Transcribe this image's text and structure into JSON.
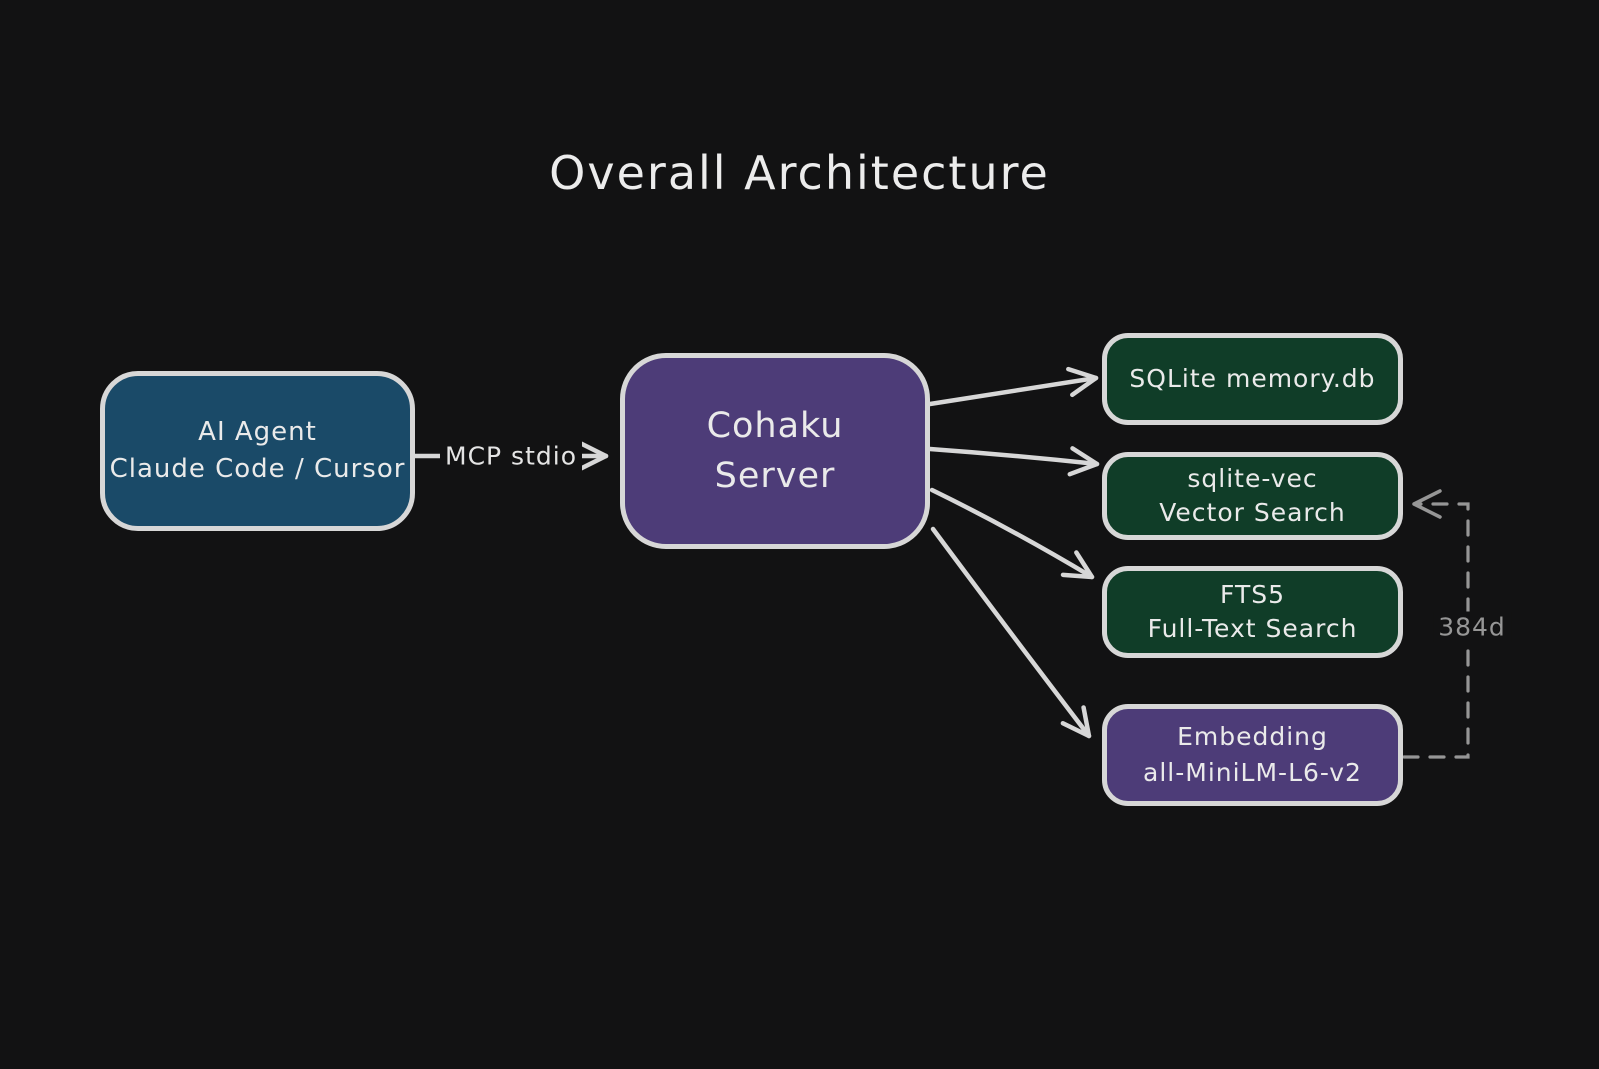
{
  "title": "Overall Architecture",
  "nodes": {
    "agent": {
      "line1": "AI Agent",
      "line2": "Claude Code / Cursor",
      "color": "#1a4a68"
    },
    "server": {
      "line1": "Cohaku",
      "line2": "Server",
      "color": "#4d3c78"
    },
    "sqlite": {
      "line1": "SQLite memory.db",
      "color": "#103d28"
    },
    "vec": {
      "line1": "sqlite-vec",
      "line2": "Vector Search",
      "color": "#103d28"
    },
    "fts": {
      "line1": "FTS5",
      "line2": "Full-Text Search",
      "color": "#103d28"
    },
    "embedding": {
      "line1": "Embedding",
      "line2": "all-MiniLM-L6-v2",
      "color": "#4d3c78"
    }
  },
  "edges": {
    "agent_to_server": {
      "label": "MCP stdio"
    },
    "server_to_sqlite": {
      "label": ""
    },
    "server_to_vec": {
      "label": ""
    },
    "server_to_fts": {
      "label": ""
    },
    "server_to_embedding": {
      "label": ""
    },
    "embedding_to_vec": {
      "label": "384d",
      "style": "dashed"
    }
  },
  "colors": {
    "background": "#121213",
    "stroke": "#d7d7d7",
    "text": "#eaeaea",
    "muted_gray": "#969696"
  }
}
